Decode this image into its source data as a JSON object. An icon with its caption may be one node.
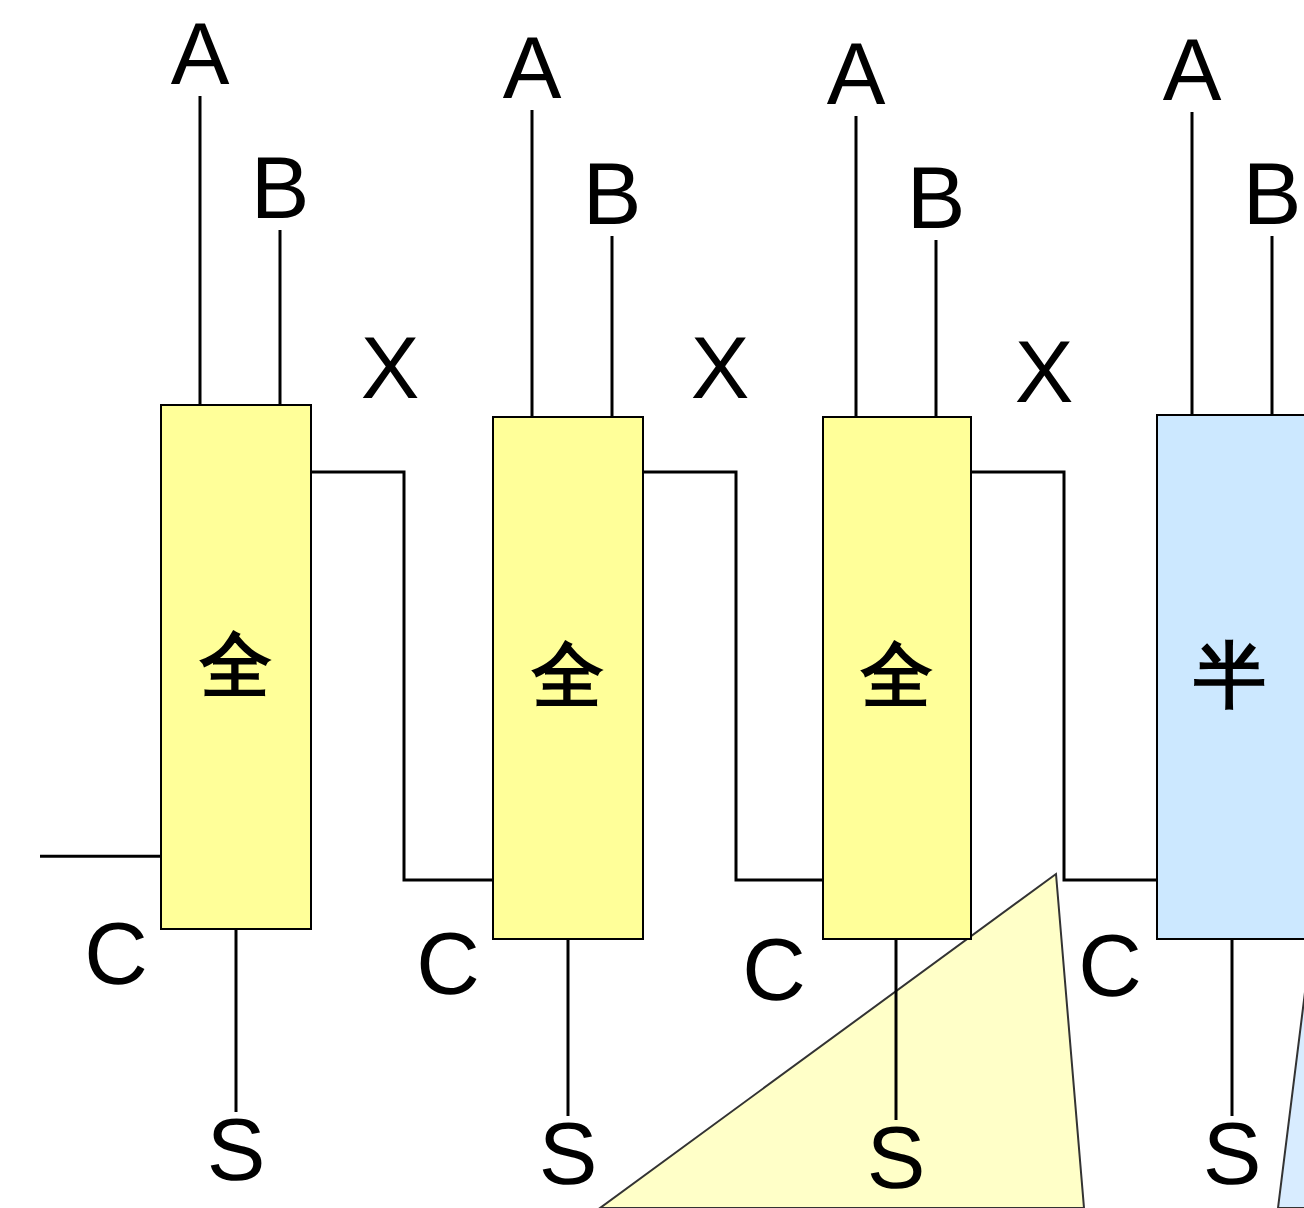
{
  "diagram": {
    "nodes": [
      {
        "text": [
          "A"
        ]
      },
      {
        "text": [
          "B"
        ]
      },
      {
        "text": [
          "全"
        ]
      },
      {
        "text": [
          "S"
        ]
      },
      {
        "text": [
          "A"
        ]
      },
      {
        "text": [
          "B"
        ]
      },
      {
        "text": [
          "全"
        ]
      },
      {
        "text": [
          "S"
        ]
      },
      {
        "text": [
          "A"
        ]
      },
      {
        "text": [
          "B"
        ]
      },
      {
        "text": [
          "全"
        ]
      },
      {
        "text": [
          "S"
        ]
      },
      {
        "text": [
          "A"
        ]
      },
      {
        "text": [
          "B"
        ]
      },
      {
        "text": [
          "半"
        ]
      },
      {
        "text": [
          "S"
        ]
      }
    ],
    "edges": [
      {
        "from": 0,
        "to": 2,
        "arrow": "none"
      },
      {
        "from": 1,
        "to": 2,
        "arrow": "none"
      },
      {
        "from": 2,
        "to": 3,
        "arrow": "none"
      },
      {
        "from": 4,
        "to": 6,
        "arrow": "none"
      },
      {
        "from": 5,
        "to": 6,
        "arrow": "none"
      },
      {
        "from": 6,
        "to": 7,
        "arrow": "none"
      },
      {
        "from": 8,
        "to": 10,
        "arrow": "none"
      },
      {
        "from": 9,
        "to": 10,
        "arrow": "none"
      },
      {
        "from": 10,
        "to": 11,
        "arrow": "none"
      },
      {
        "from": 12,
        "to": 14,
        "arrow": "none"
      },
      {
        "from": 13,
        "to": 14,
        "arrow": "none"
      },
      {
        "from": 14,
        "to": 15,
        "arrow": "none"
      },
      {
        "from": null,
        "to": 2,
        "arrow": "none"
      },
      {
        "from": 2,
        "to": 6,
        "arrow": "none"
      },
      {
        "from": 6,
        "to": 10,
        "arrow": "none"
      },
      {
        "from": 10,
        "to": 14,
        "arrow": "none"
      }
    ],
    "labels": [
      "X",
      "X",
      "X",
      "C",
      "C",
      "C",
      "C"
    ]
  }
}
